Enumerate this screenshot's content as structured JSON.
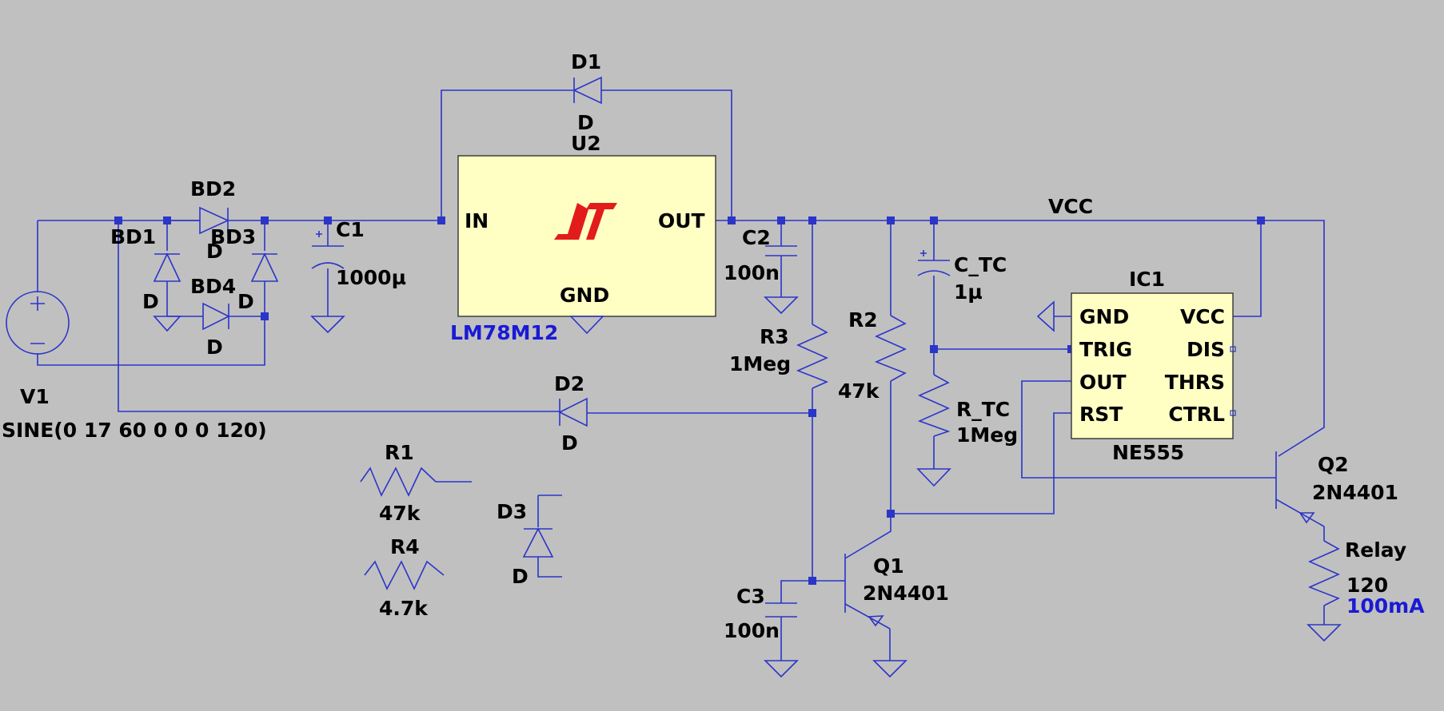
{
  "schematic": {
    "components": {
      "v1": {
        "ref": "V1",
        "value": "SINE(0 17 60 0 0 0 120)"
      },
      "bd1": {
        "ref": "BD1",
        "model": "D"
      },
      "bd2": {
        "ref": "BD2",
        "model": "D"
      },
      "bd3": {
        "ref": "BD3",
        "model": "D"
      },
      "bd4": {
        "ref": "BD4",
        "model": "D"
      },
      "c1": {
        "ref": "C1",
        "value": "1000µ"
      },
      "d1": {
        "ref": "D1",
        "model": "D"
      },
      "u2": {
        "ref": "U2",
        "part": "LM78M12",
        "pin_in": "IN",
        "pin_out": "OUT",
        "pin_gnd": "GND"
      },
      "c2": {
        "ref": "C2",
        "value": "100n"
      },
      "r3": {
        "ref": "R3",
        "value": "1Meg"
      },
      "r2": {
        "ref": "R2",
        "value": "47k"
      },
      "c_tc": {
        "ref": "C_TC",
        "value": "1µ"
      },
      "r_tc": {
        "ref": "R_TC",
        "value": "1Meg"
      },
      "ic1": {
        "ref": "IC1",
        "part": "NE555",
        "pins_left": [
          "GND",
          "TRIG",
          "OUT",
          "RST"
        ],
        "pins_right": [
          "VCC",
          "DIS",
          "THRS",
          "CTRL"
        ]
      },
      "d2": {
        "ref": "D2",
        "model": "D"
      },
      "r1": {
        "ref": "R1",
        "value": "47k"
      },
      "r4": {
        "ref": "R4",
        "value": "4.7k"
      },
      "d3": {
        "ref": "D3",
        "model": "D"
      },
      "q1": {
        "ref": "Q1",
        "model": "2N4401"
      },
      "c3": {
        "ref": "C3",
        "value": "100n"
      },
      "q2": {
        "ref": "Q2",
        "model": "2N4401"
      },
      "relay": {
        "ref": "Relay",
        "value": "120",
        "current": "100mA"
      }
    },
    "nets": {
      "vcc": "VCC"
    },
    "colors": {
      "background": "#c0c0c0",
      "wire": "#2b35c8",
      "ic_fill": "#ffffc4",
      "logo": "#e21b1b",
      "annotation": "#1a1ad6"
    }
  }
}
